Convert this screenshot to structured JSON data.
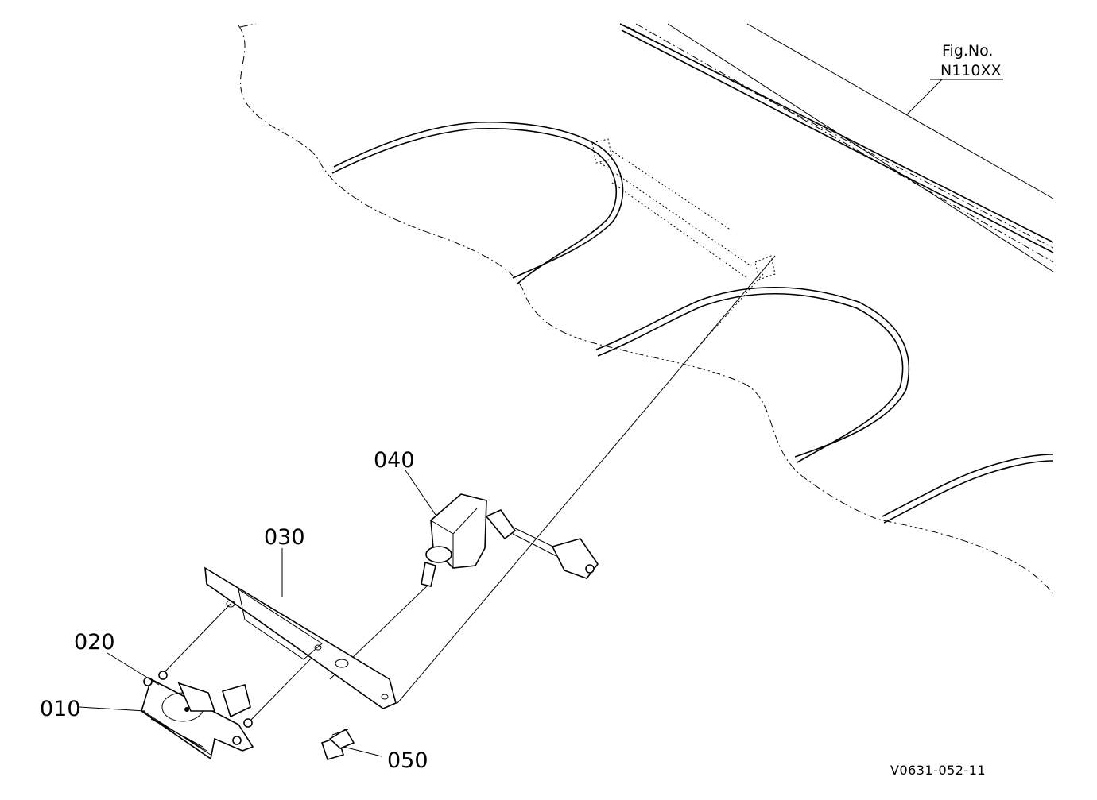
{
  "figure_ref": {
    "label": "Fig.No.",
    "number": "N110XX"
  },
  "callouts": {
    "p010": "010",
    "p020": "020",
    "p030": "030",
    "p040": "040",
    "p050": "050"
  },
  "drawing_number": "V0631-052-11"
}
